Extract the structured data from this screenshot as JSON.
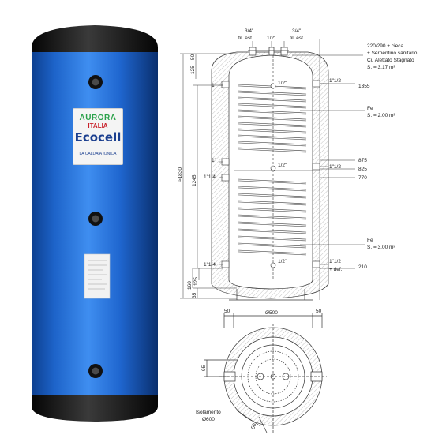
{
  "logo": {
    "brand_top": "AURORA",
    "brand_country": "ITALIA",
    "brand_name": "Ecocell",
    "tagline": "LA CALDAIA IONICA"
  },
  "top_labels": {
    "left_connection": "3/4\"",
    "left_connection_sub": "fil. est.",
    "center_connection": "1/2\"",
    "right_connection": "3/4\"",
    "right_connection_sub": "fil. est."
  },
  "spec_note": {
    "line1": "220/290 + cieca",
    "line2": "+ Serpentino sanitario",
    "line3": "Cu Alettato Stagnato",
    "line4": "S. = 3.17 m²"
  },
  "coil_upper": {
    "material": "Fe",
    "surface": "S. = 2.00 m²"
  },
  "coil_lower": {
    "material": "Fe",
    "surface": "S. = 3.00 m²"
  },
  "left_fittings": {
    "top": "1\"",
    "middle": "1\"",
    "middle_low": "1\"1/4",
    "bottom": "1\"1/4"
  },
  "center_fittings": {
    "top": "1/2\"",
    "middle": "1/2\"",
    "bottom": "1/2\""
  },
  "right_fittings": {
    "top": "1\"1/2",
    "middle": "1\"1/2",
    "bottom": "1\"1/2",
    "bottom_sub": "+ def."
  },
  "right_heights": {
    "h1355": "1355",
    "h875": "875",
    "h825": "825",
    "h770": "770",
    "h210": "210"
  },
  "left_dims": {
    "d50": "50",
    "d125_top": "125",
    "total": "≈1830",
    "d1245": "1245",
    "d125_bottom": "125",
    "d160": "160",
    "d35": "35"
  },
  "plan": {
    "d50_left": "50",
    "diameter_inner": "Ø500",
    "d50_right": "50",
    "d95": "95",
    "insulation_label": "Isolamento",
    "insulation_diameter": "Ø600",
    "d50_bottom": "50"
  },
  "colors": {
    "tank_blue": "#1e6fd8",
    "tank_cap": "#1a1a1a",
    "line": "#333333",
    "insulation_hatch": "#9a9a9a"
  }
}
